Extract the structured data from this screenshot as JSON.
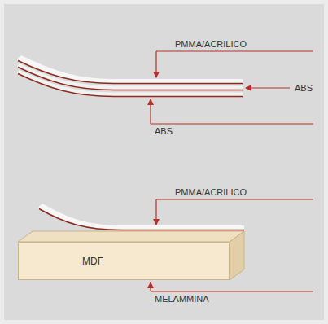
{
  "diagram": {
    "nodes": [
      {
        "text": [
          "MDF"
        ]
      }
    ],
    "labels": [
      "PMMA/ACRILICO",
      "ABS",
      "ABS",
      "PMMA/ACRILICO",
      "MELAMMINA"
    ]
  }
}
